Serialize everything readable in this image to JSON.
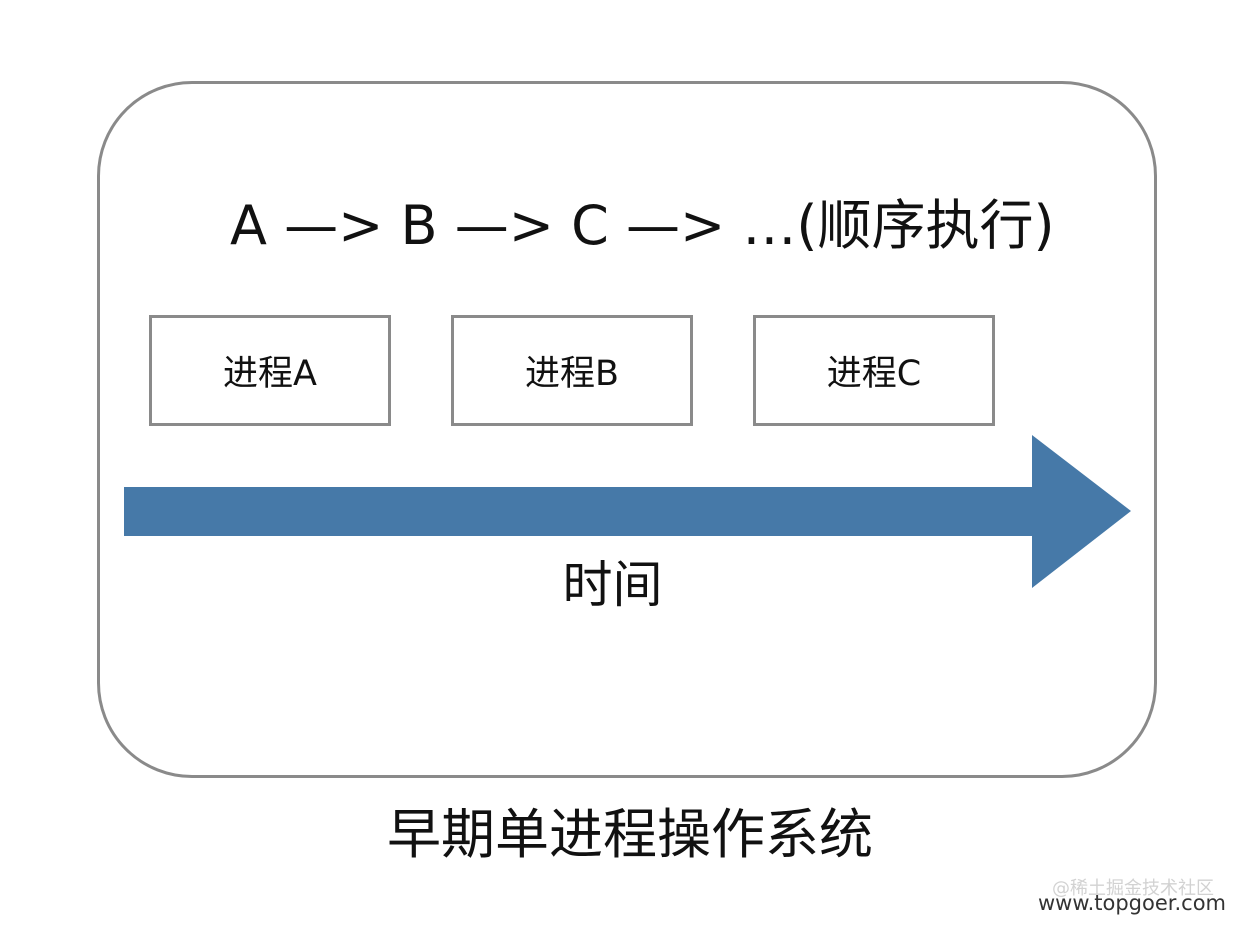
{
  "diagram": {
    "sequence_text": "A —> B —> C —> …(顺序执行)",
    "processes": [
      {
        "label": "进程A"
      },
      {
        "label": "进程B"
      },
      {
        "label": "进程C"
      }
    ],
    "time_label": "时间",
    "caption": "早期单进程操作系统",
    "colors": {
      "arrow": "#4679a8",
      "border": "#8a8a8a",
      "text": "#111111"
    }
  },
  "watermark": {
    "community": "@稀土掘金技术社区",
    "url": "www.topgoer.com"
  }
}
